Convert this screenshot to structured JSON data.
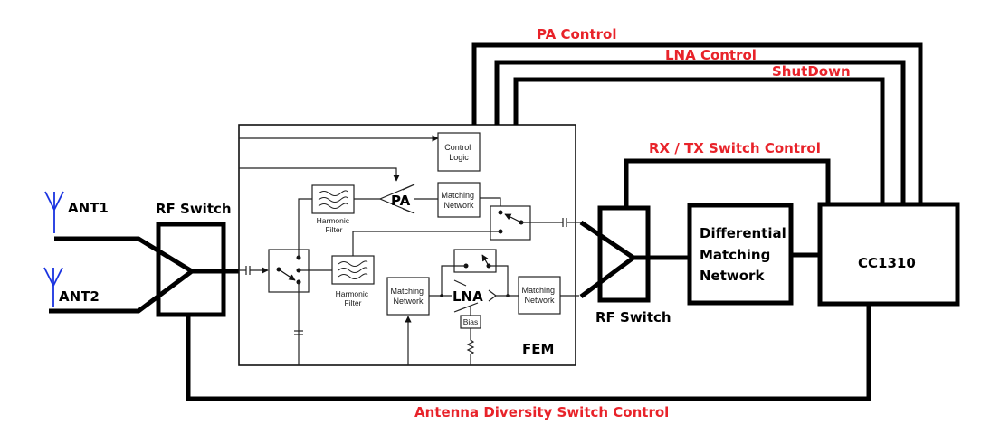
{
  "diagram": {
    "antennas": [
      {
        "label": "ANT1"
      },
      {
        "label": "ANT2"
      }
    ],
    "blocks": {
      "rf_switch_left": "RF Switch",
      "rf_switch_right": "RF Switch",
      "diff_matching": [
        "Differential",
        "Matching",
        "Network"
      ],
      "cc1310": "CC1310",
      "fem": "FEM"
    },
    "fem_internal": {
      "control_logic": [
        "Control",
        "Logic"
      ],
      "pa": "PA",
      "lna": "LNA",
      "matching_network_tx": [
        "Matching",
        "Network"
      ],
      "matching_network_rx_in": [
        "Matching",
        "Network"
      ],
      "matching_network_rx_out": [
        "Matching",
        "Network"
      ],
      "harmonic_filter_top": [
        "Harmonic",
        "Filter"
      ],
      "harmonic_filter_bottom": [
        "Harmonic",
        "Filter"
      ],
      "bias": "Bias"
    },
    "control_signals": {
      "pa_control": "PA Control",
      "lna_control": "LNA Control",
      "shutdown": "ShutDown",
      "rx_tx_switch": "RX / TX Switch Control",
      "antenna_diversity": "Antenna Diversity Switch Control"
    },
    "colors": {
      "signal_label": "#e8232a",
      "antenna": "#1a33e0",
      "wire": "#000000"
    }
  }
}
